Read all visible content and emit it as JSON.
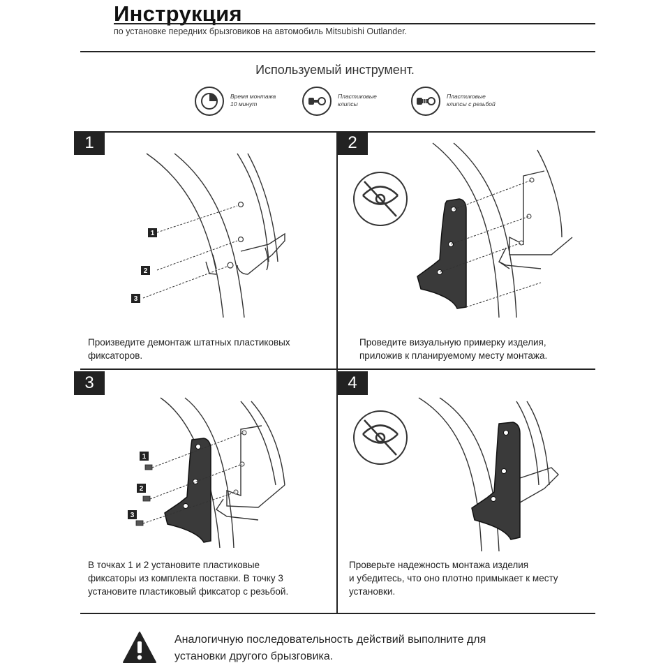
{
  "header": {
    "title": "Инструкция",
    "subtitle": "по установке передних брызговиков на автомобиль Mitsubishi Outlander."
  },
  "tools": {
    "title": "Используемый инструмент.",
    "items": [
      {
        "icon": "clock-icon",
        "line1": "Время монтажа",
        "line2": "10 минут"
      },
      {
        "icon": "plastic-clips-icon",
        "line1": "Пластиковые",
        "line2": "клипсы"
      },
      {
        "icon": "threaded-clips-icon",
        "line1": "Пластиковые",
        "line2": "клипсы с резьбой"
      }
    ]
  },
  "steps": [
    {
      "number": "1",
      "caption_l1": "Произведите демонтаж штатных пластиковых",
      "caption_l2": "фиксаторов.",
      "caption_l3": "",
      "markers": [
        "1",
        "2",
        "3"
      ]
    },
    {
      "number": "2",
      "caption_l1": "Проведите визуальную примерку изделия,",
      "caption_l2": "приложив к планируемому месту монтажа.",
      "caption_l3": ""
    },
    {
      "number": "3",
      "caption_l1": "В точках 1 и 2 установите пластиковые",
      "caption_l2": "фиксаторы из комплекта поставки. В точку 3",
      "caption_l3": "установите пластиковый фиксатор с резьбой.",
      "markers": [
        "1",
        "2",
        "3"
      ]
    },
    {
      "number": "4",
      "caption_l1": "Проверьте надежность монтажа изделия",
      "caption_l2": "и убедитесь, что оно плотно примыкает к месту",
      "caption_l3": "установки."
    }
  ],
  "warning": {
    "icon": "warning-triangle-icon",
    "line1": "Аналогичную последовательность действий выполните для",
    "line2": "установки другого брызговика."
  }
}
